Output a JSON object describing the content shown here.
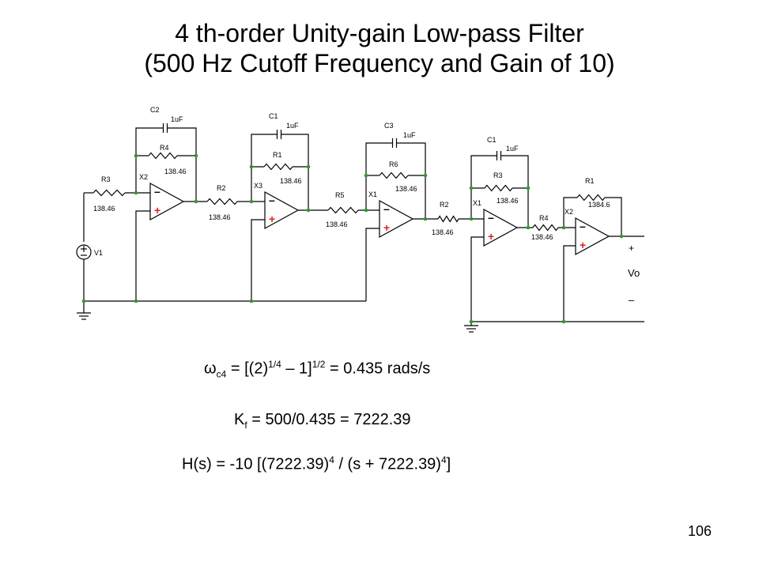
{
  "title": "4 th-order Unity-gain Low-pass Filter",
  "subtitle": "(500 Hz Cutoff Frequency and Gain of 10)",
  "components": {
    "stage1": {
      "feedback_cap_name": "C2",
      "feedback_cap_value": "1uF",
      "feedback_res_name": "R4",
      "feedback_res_value": "138.46",
      "input_res_name": "R3",
      "input_res_value": "138.46",
      "opamp_name": "X2"
    },
    "stage2": {
      "feedback_cap_name": "C1",
      "feedback_cap_value": "1uF",
      "feedback_res_name": "R1",
      "feedback_res_value": "138.46",
      "input_res_name": "R2",
      "input_res_value": "138.46",
      "opamp_name": "X3"
    },
    "stage3": {
      "feedback_cap_name": "C3",
      "feedback_cap_value": "1uF",
      "feedback_res_name": "R6",
      "feedback_res_value": "138.46",
      "input_res_name": "R5",
      "input_res_value": "138.46",
      "opamp_name": "X1"
    },
    "stage4": {
      "feedback_cap_name": "C1",
      "feedback_cap_value": "1uF",
      "feedback_res_name": "R3",
      "feedback_res_value": "138.46",
      "input_res_name": "R2",
      "input_res_value": "138.46",
      "opamp_name": "X1"
    },
    "stage5": {
      "feedback_res_name": "R1",
      "feedback_res_value": "1384.6",
      "input_res_name": "R4",
      "input_res_value": "138.46",
      "opamp_name": "X2"
    },
    "source_name": "V1",
    "output_plus": "+",
    "output_label": "Vo",
    "output_minus": "–",
    "opamp_minus": "–",
    "opamp_plus": "+"
  },
  "equations": {
    "eq1": {
      "omega": "ω",
      "sub": "c4",
      "a": " = [(2)",
      "sup1": "1/4",
      "b": " – 1]",
      "sup2": "1/2",
      "c": " = 0.435 rads/s"
    },
    "eq2": {
      "k": "K",
      "sub": "f",
      "rest": " = 500/0.435 = 7222.39"
    },
    "eq3": {
      "a": "H(s) = -10 [(7222.39)",
      "sup1": "4",
      "b": " / (s + 7222.39)",
      "sup2": "4",
      "c": "]"
    }
  },
  "page_number": "106",
  "colors": {
    "node_dot": "#2e9a2e",
    "opamp_minus": "#000000",
    "opamp_plus": "#e0201a"
  }
}
